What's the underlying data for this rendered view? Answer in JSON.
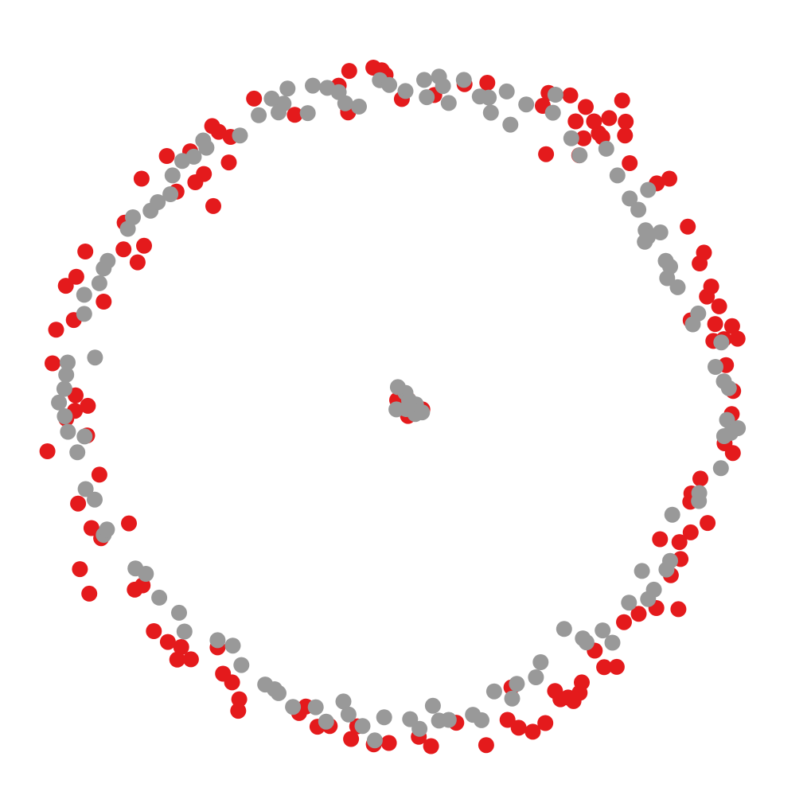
{
  "chart_data": {
    "type": "scatter",
    "title": "",
    "xlabel": "",
    "ylabel": "",
    "grid": false,
    "axes_visible": false,
    "legend": "none",
    "xlim": [
      -1.05,
      1.05
    ],
    "ylim": [
      -1.05,
      1.05
    ],
    "colors": {
      "red": "#e41a1c",
      "gray": "#999999"
    },
    "series": [
      {
        "color": "#e41a1c",
        "points": [
          [
            -0.155,
            0.927
          ],
          [
            -0.088,
            0.936
          ],
          [
            -0.065,
            0.929
          ],
          [
            -0.054,
            0.916
          ],
          [
            0.081,
            0.86
          ],
          [
            0.165,
            0.89
          ],
          [
            0.228,
            0.894
          ],
          [
            -0.009,
            0.849
          ],
          [
            -0.158,
            0.818
          ],
          [
            -0.306,
            0.805
          ],
          [
            -0.419,
            0.85
          ],
          [
            -0.535,
            0.774
          ],
          [
            -0.484,
            0.744
          ],
          [
            -0.517,
            0.758
          ],
          [
            -0.596,
            0.704
          ],
          [
            -0.661,
            0.691
          ],
          [
            -0.558,
            0.641
          ],
          [
            -0.489,
            0.673
          ],
          [
            -0.731,
            0.628
          ],
          [
            -0.634,
            0.592
          ],
          [
            -0.582,
            0.618
          ],
          [
            -0.532,
            0.552
          ],
          [
            -0.778,
            0.506
          ],
          [
            -0.724,
            0.442
          ],
          [
            -0.781,
            0.432
          ],
          [
            -0.742,
            0.396
          ],
          [
            -0.887,
            0.426
          ],
          [
            -0.912,
            0.356
          ],
          [
            -0.836,
            0.287
          ],
          [
            -0.941,
            0.331
          ],
          [
            -0.968,
            0.209
          ],
          [
            -0.919,
            0.236
          ],
          [
            -0.978,
            0.116
          ],
          [
            -0.914,
            0.027
          ],
          [
            -0.88,
            -0.002
          ],
          [
            -0.916,
            -0.016
          ],
          [
            -0.94,
            -0.038
          ],
          [
            -0.882,
            -0.084
          ],
          [
            -0.992,
            -0.128
          ],
          [
            -0.848,
            -0.193
          ],
          [
            -0.907,
            -0.273
          ],
          [
            -0.87,
            -0.341
          ],
          [
            -0.843,
            -0.369
          ],
          [
            -0.766,
            -0.328
          ],
          [
            -0.902,
            -0.455
          ],
          [
            -0.876,
            -0.523
          ],
          [
            -0.75,
            -0.512
          ],
          [
            -0.728,
            -0.5
          ],
          [
            -0.697,
            -0.627
          ],
          [
            -0.621,
            -0.671
          ],
          [
            -0.658,
            -0.657
          ],
          [
            -0.594,
            -0.705
          ],
          [
            -0.632,
            -0.706
          ],
          [
            -0.52,
            -0.672
          ],
          [
            -0.505,
            -0.745
          ],
          [
            -0.48,
            -0.769
          ],
          [
            -0.46,
            -0.816
          ],
          [
            -0.463,
            -0.848
          ],
          [
            -0.294,
            -0.854
          ],
          [
            -0.275,
            -0.836
          ],
          [
            -0.243,
            -0.892
          ],
          [
            -0.209,
            -0.89
          ],
          [
            -0.15,
            -0.926
          ],
          [
            -0.087,
            -0.941
          ],
          [
            -0.133,
            -0.891
          ],
          [
            -0.045,
            -0.937
          ],
          [
            0.038,
            -0.92
          ],
          [
            0.072,
            -0.946
          ],
          [
            0.142,
            -0.881
          ],
          [
            0.225,
            -0.943
          ],
          [
            0.284,
            -0.873
          ],
          [
            0.295,
            -0.783
          ],
          [
            0.315,
            -0.895
          ],
          [
            0.354,
            -0.906
          ],
          [
            0.389,
            -0.882
          ],
          [
            0.431,
            -0.816
          ],
          [
            0.467,
            -0.821
          ],
          [
            0.49,
            -0.769
          ],
          [
            0.416,
            -0.793
          ],
          [
            0.452,
            -0.811
          ],
          [
            0.484,
            -0.798
          ],
          [
            0.552,
            -0.727
          ],
          [
            0.587,
            -0.726
          ],
          [
            0.526,
            -0.681
          ],
          [
            0.607,
            -0.602
          ],
          [
            0.697,
            -0.563
          ],
          [
            0.758,
            -0.566
          ],
          [
            0.648,
            -0.579
          ],
          [
            0.737,
            -0.472
          ],
          [
            0.764,
            -0.427
          ],
          [
            0.707,
            -0.372
          ],
          [
            0.761,
            -0.38
          ],
          [
            0.792,
            -0.353
          ],
          [
            0.839,
            -0.327
          ],
          [
            0.791,
            -0.268
          ],
          [
            0.794,
            -0.245
          ],
          [
            0.819,
            -0.204
          ],
          [
            0.909,
            -0.133
          ],
          [
            0.886,
            -0.106
          ],
          [
            0.906,
            -0.025
          ],
          [
            0.91,
            0.039
          ],
          [
            0.89,
            0.111
          ],
          [
            0.884,
            0.183
          ],
          [
            0.855,
            0.178
          ],
          [
            0.922,
            0.184
          ],
          [
            0.86,
            0.225
          ],
          [
            0.907,
            0.219
          ],
          [
            0.871,
            0.274
          ],
          [
            0.792,
            0.235
          ],
          [
            0.837,
            0.301
          ],
          [
            0.849,
            0.329
          ],
          [
            0.817,
            0.393
          ],
          [
            0.829,
            0.423
          ],
          [
            0.784,
            0.495
          ],
          [
            0.733,
            0.628
          ],
          [
            0.698,
            0.615
          ],
          [
            0.623,
            0.671
          ],
          [
            0.537,
            0.754
          ],
          [
            0.495,
            0.74
          ],
          [
            0.61,
            0.748
          ],
          [
            0.524,
            0.787
          ],
          [
            0.391,
            0.696
          ],
          [
            0.483,
            0.693
          ],
          [
            0.473,
            0.787
          ],
          [
            0.501,
            0.827
          ],
          [
            0.566,
            0.796
          ],
          [
            0.602,
            0.845
          ],
          [
            0.612,
            0.786
          ],
          [
            0.382,
            0.83
          ],
          [
            0.398,
            0.866
          ],
          [
            0.458,
            0.859
          ],
          [
            0.547,
            0.743
          ],
          [
            -0.184,
            0.886
          ],
          [
            -0.158,
            0.812
          ],
          [
            -0.022,
            0.014
          ],
          [
            0.009,
            0.015
          ],
          [
            0.018,
            -0.004
          ],
          [
            0.048,
            -0.012
          ],
          [
            0.045,
            -0.016
          ],
          [
            0.008,
            -0.03
          ]
        ]
      },
      {
        "color": "#999999",
        "points": [
          [
            -0.216,
            0.88
          ],
          [
            -0.256,
            0.886
          ],
          [
            -0.166,
            0.837
          ],
          [
            -0.184,
            0.868
          ],
          [
            -0.128,
            0.828
          ],
          [
            -0.07,
            0.901
          ],
          [
            -0.044,
            0.888
          ],
          [
            0.053,
            0.902
          ],
          [
            0.094,
            0.911
          ],
          [
            0.001,
            0.871
          ],
          [
            0.06,
            0.854
          ],
          [
            0.121,
            0.838
          ],
          [
            0.207,
            0.856
          ],
          [
            0.232,
            0.853
          ],
          [
            0.163,
            0.902
          ],
          [
            0.105,
            0.885
          ],
          [
            0.238,
            0.811
          ],
          [
            0.282,
            0.87
          ],
          [
            0.292,
            0.778
          ],
          [
            0.336,
            0.834
          ],
          [
            0.41,
            0.811
          ],
          [
            0.417,
            0.861
          ],
          [
            0.461,
            0.74
          ],
          [
            0.484,
            0.693
          ],
          [
            0.558,
            0.711
          ],
          [
            0.589,
            0.637
          ],
          [
            0.623,
            0.573
          ],
          [
            0.674,
            0.597
          ],
          [
            0.647,
            0.542
          ],
          [
            0.667,
            0.485
          ],
          [
            0.708,
            0.479
          ],
          [
            0.665,
            0.453
          ],
          [
            0.673,
            0.466
          ],
          [
            0.723,
            0.4
          ],
          [
            0.735,
            0.384
          ],
          [
            0.727,
            0.352
          ],
          [
            0.756,
            0.327
          ],
          [
            0.813,
            0.254
          ],
          [
            0.798,
            0.224
          ],
          [
            0.877,
            0.174
          ],
          [
            0.861,
            0.106
          ],
          [
            0.884,
            0.066
          ],
          [
            0.898,
            0.047
          ],
          [
            0.893,
            -0.041
          ],
          [
            0.923,
            -0.064
          ],
          [
            0.903,
            -0.077
          ],
          [
            0.885,
            -0.086
          ],
          [
            0.876,
            -0.175
          ],
          [
            0.816,
            -0.244
          ],
          [
            0.815,
            -0.266
          ],
          [
            0.741,
            -0.304
          ],
          [
            0.735,
            -0.432
          ],
          [
            0.725,
            -0.456
          ],
          [
            0.657,
            -0.46
          ],
          [
            0.69,
            -0.512
          ],
          [
            0.674,
            -0.538
          ],
          [
            0.621,
            -0.548
          ],
          [
            0.575,
            -0.659
          ],
          [
            0.548,
            -0.625
          ],
          [
            0.493,
            -0.647
          ],
          [
            0.503,
            -0.658
          ],
          [
            0.441,
            -0.621
          ],
          [
            0.376,
            -0.713
          ],
          [
            0.363,
            -0.755
          ],
          [
            0.31,
            -0.773
          ],
          [
            0.297,
            -0.814
          ],
          [
            0.247,
            -0.794
          ],
          [
            0.212,
            -0.874
          ],
          [
            0.188,
            -0.859
          ],
          [
            0.121,
            -0.873
          ],
          [
            0.077,
            -0.834
          ],
          [
            0.094,
            -0.875
          ],
          [
            0.04,
            -0.898
          ],
          [
            0.014,
            -0.871
          ],
          [
            -0.058,
            -0.866
          ],
          [
            -0.084,
            -0.93
          ],
          [
            -0.118,
            -0.89
          ],
          [
            -0.171,
            -0.822
          ],
          [
            -0.157,
            -0.858
          ],
          [
            -0.219,
            -0.878
          ],
          [
            -0.248,
            -0.838
          ],
          [
            -0.311,
            -0.837
          ],
          [
            -0.351,
            -0.799
          ],
          [
            -0.362,
            -0.788
          ],
          [
            -0.388,
            -0.775
          ],
          [
            -0.454,
            -0.721
          ],
          [
            -0.478,
            -0.667
          ],
          [
            -0.52,
            -0.652
          ],
          [
            -0.612,
            -0.628
          ],
          [
            -0.627,
            -0.576
          ],
          [
            -0.682,
            -0.534
          ],
          [
            -0.719,
            -0.468
          ],
          [
            -0.748,
            -0.453
          ],
          [
            -0.836,
            -0.36
          ],
          [
            -0.827,
            -0.345
          ],
          [
            -0.861,
            -0.262
          ],
          [
            -0.886,
            -0.233
          ],
          [
            -0.909,
            -0.131
          ],
          [
            -0.889,
            -0.087
          ],
          [
            -0.935,
            -0.074
          ],
          [
            -0.944,
            -0.031
          ],
          [
            -0.96,
            0.007
          ],
          [
            -0.945,
            0.045
          ],
          [
            -0.94,
            0.084
          ],
          [
            -0.936,
            0.118
          ],
          [
            -0.86,
            0.132
          ],
          [
            -0.89,
            0.253
          ],
          [
            -0.89,
            0.306
          ],
          [
            -0.848,
            0.338
          ],
          [
            -0.836,
            0.379
          ],
          [
            -0.825,
            0.4
          ],
          [
            -0.769,
            0.489
          ],
          [
            -0.755,
            0.521
          ],
          [
            -0.706,
            0.539
          ],
          [
            -0.686,
            0.563
          ],
          [
            -0.651,
            0.585
          ],
          [
            -0.645,
            0.637
          ],
          [
            -0.618,
            0.677
          ],
          [
            -0.586,
            0.689
          ],
          [
            -0.56,
            0.734
          ],
          [
            -0.551,
            0.714
          ],
          [
            -0.458,
            0.748
          ],
          [
            -0.406,
            0.804
          ],
          [
            -0.37,
            0.85
          ],
          [
            -0.337,
            0.836
          ],
          [
            -0.27,
            0.81
          ],
          [
            -0.351,
            0.812
          ],
          [
            -0.326,
            0.878
          ],
          [
            0.001,
            0.034
          ],
          [
            -0.02,
            0.05
          ],
          [
            -0.024,
            -0.012
          ],
          [
            0.003,
            -0.011
          ],
          [
            0.028,
            -0.025
          ],
          [
            0.047,
            -0.02
          ],
          [
            0.03,
            0.002
          ],
          [
            0.011,
            0.013
          ]
        ]
      }
    ]
  }
}
